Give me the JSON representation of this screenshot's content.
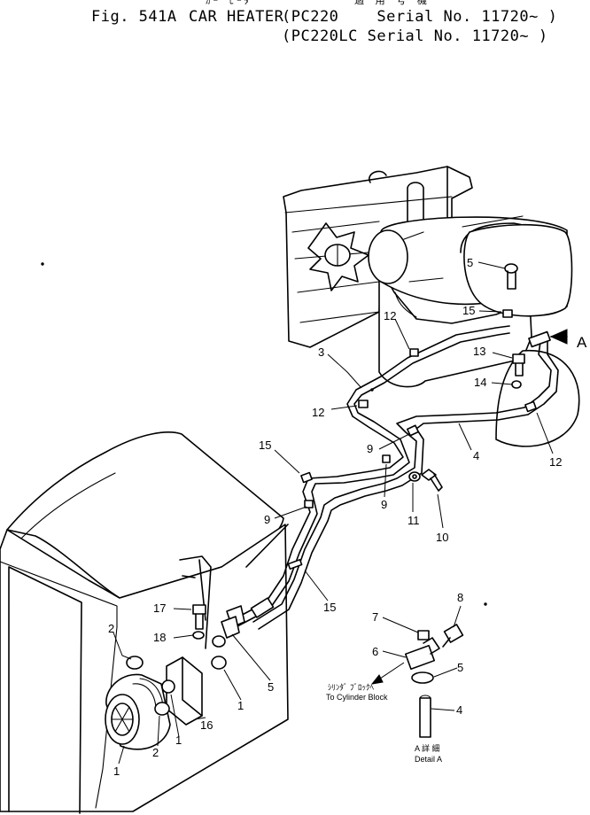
{
  "header": {
    "kana_line": "ｶｰ ﾋｰﾀ",
    "kana_applicability": "適 用 号 機",
    "fig_no": "Fig. 541A",
    "title": "CAR HEATER",
    "serial_line_1": "(PC220    Serial No. 11720~ )",
    "serial_line_2": "(PC220LC Serial No. 11720~ )"
  },
  "view_marker": "A",
  "callouts": {
    "c5a": "5",
    "c15a": "15",
    "c12a": "12",
    "c3": "3",
    "c13": "13",
    "c14": "14",
    "c12b": "12",
    "c12c": "12",
    "c4a": "4",
    "c9a": "9",
    "c15b": "15",
    "c9b": "9",
    "c11": "11",
    "c10": "10",
    "c9c": "9",
    "c15c": "15",
    "c17": "17",
    "c18": "18",
    "c2a": "2",
    "c5b": "5",
    "c1a": "1",
    "c1b": "1",
    "c16": "16",
    "c2b": "2",
    "c1c": "1",
    "c8": "8",
    "c7": "7",
    "c6": "6",
    "c5c": "5",
    "c4b": "4"
  },
  "detail_notes": {
    "cyl_jp": "ｼﾘﾝﾀﾞ ﾌﾞﾛｯｸﾍ",
    "cyl_en": "To Cylinder Block",
    "detail_jp": "A 詳 細",
    "detail_en": "Detail A"
  }
}
